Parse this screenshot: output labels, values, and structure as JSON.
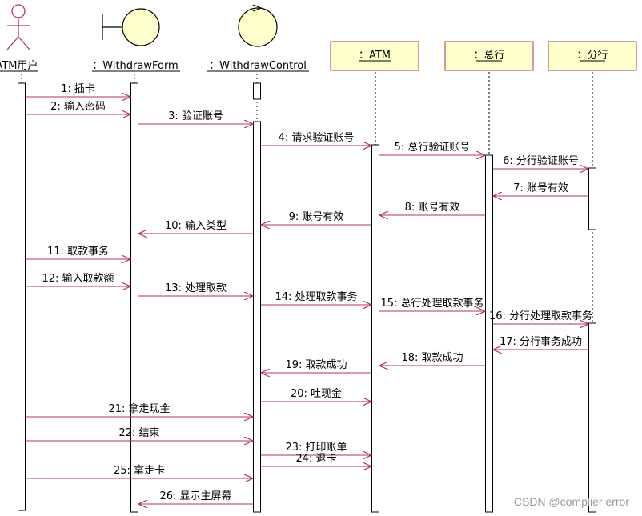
{
  "participants": [
    {
      "id": "user",
      "label": "ATM用户",
      "kind": "actor",
      "icon": "actor-icon"
    },
    {
      "id": "form",
      "label": "：WithdrawForm",
      "kind": "boundary",
      "icon": "boundary-icon"
    },
    {
      "id": "control",
      "label": "：WithdrawControl",
      "kind": "control",
      "icon": "control-icon"
    },
    {
      "id": "atm",
      "label": "：ATM",
      "kind": "box"
    },
    {
      "id": "hq",
      "label": "：总行",
      "kind": "box"
    },
    {
      "id": "branch",
      "label": "：分行",
      "kind": "box"
    }
  ],
  "messages": [
    {
      "text": "1: 插卡",
      "from": "user",
      "to": "form"
    },
    {
      "text": "2: 输入密码",
      "from": "user",
      "to": "form"
    },
    {
      "text": "3: 验证账号",
      "from": "form",
      "to": "control"
    },
    {
      "text": "4: 请求验证账号",
      "from": "control",
      "to": "atm"
    },
    {
      "text": "5: 总行验证账号",
      "from": "atm",
      "to": "hq"
    },
    {
      "text": "6: 分行验证账号",
      "from": "hq",
      "to": "branch"
    },
    {
      "text": "7: 账号有效",
      "from": "branch",
      "to": "hq"
    },
    {
      "text": "8: 账号有效",
      "from": "hq",
      "to": "atm"
    },
    {
      "text": "9: 账号有效",
      "from": "atm",
      "to": "control"
    },
    {
      "text": "10: 输入类型",
      "from": "control",
      "to": "form"
    },
    {
      "text": "11: 取款事务",
      "from": "user",
      "to": "form"
    },
    {
      "text": "12: 输入取款额",
      "from": "user",
      "to": "form"
    },
    {
      "text": "13: 处理取款",
      "from": "form",
      "to": "control"
    },
    {
      "text": "14: 处理取款事务",
      "from": "control",
      "to": "atm"
    },
    {
      "text": "15: 总行处理取款事务",
      "from": "atm",
      "to": "hq"
    },
    {
      "text": "16: 分行处理取款事务",
      "from": "hq",
      "to": "branch"
    },
    {
      "text": "17: 分行事务成功",
      "from": "branch",
      "to": "hq"
    },
    {
      "text": "18: 取款成功",
      "from": "hq",
      "to": "atm"
    },
    {
      "text": "19: 取款成功",
      "from": "atm",
      "to": "control"
    },
    {
      "text": "20: 吐现金",
      "from": "control",
      "to": "atm"
    },
    {
      "text": "21: 拿走现金",
      "from": "user",
      "to": "control"
    },
    {
      "text": "22: 结束",
      "from": "user",
      "to": "control"
    },
    {
      "text": "23: 打印账单",
      "from": "control",
      "to": "atm"
    },
    {
      "text": "24: 退卡",
      "from": "control",
      "to": "atm"
    },
    {
      "text": "25: 拿走卡",
      "from": "user",
      "to": "control"
    },
    {
      "text": "26: 显示主屏幕",
      "from": "control",
      "to": "form"
    }
  ],
  "watermark": "CSDN @complier error",
  "colors": {
    "message": "#b0306a",
    "lifeline": "#000000",
    "box_fill": "#ffffcc",
    "box_stroke": "#b0306a",
    "icon_fill": "#ffffcc",
    "actor_stroke": "#c0305a"
  }
}
